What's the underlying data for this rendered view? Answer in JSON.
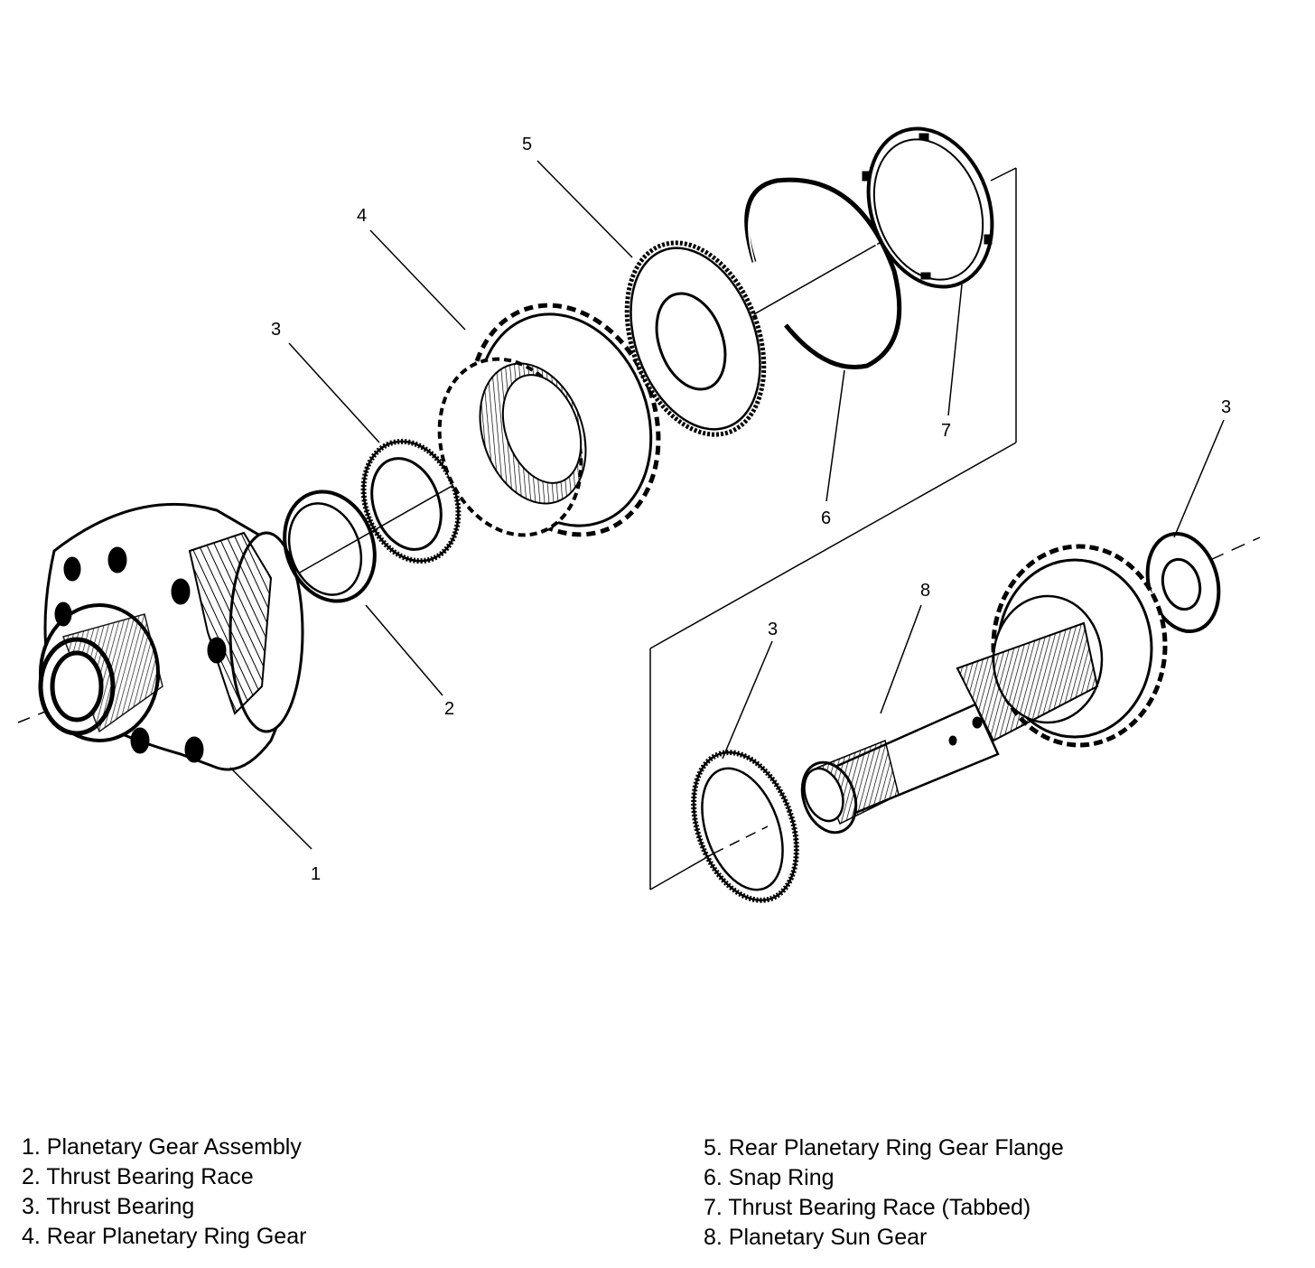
{
  "callouts": {
    "c1": "1",
    "c2": "2",
    "c3a": "3",
    "c3b": "3",
    "c3c": "3",
    "c4": "4",
    "c5": "5",
    "c6": "6",
    "c7": "7",
    "c8": "8"
  },
  "legend": {
    "items": [
      "1. Planetary Gear Assembly",
      "2. Thrust Bearing Race",
      "3. Thrust Bearing",
      "4. Rear Planetary Ring Gear",
      "5. Rear Planetary Ring Gear Flange",
      "6. Snap Ring",
      "7. Thrust Bearing Race (Tabbed)",
      "8. Planetary Sun Gear"
    ]
  }
}
